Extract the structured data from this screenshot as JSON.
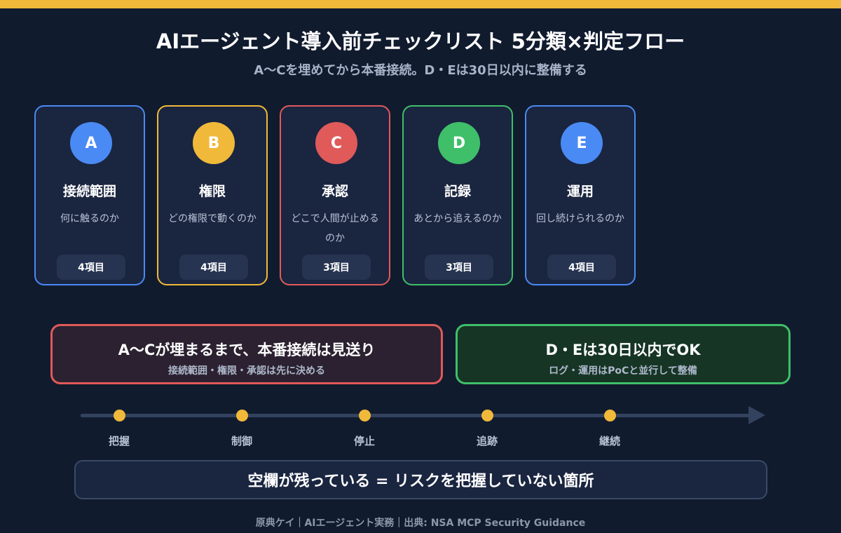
{
  "title": "AIエージェント導入前チェックリスト 5分類×判定フロー",
  "subtitle": "A〜Cを埋めてから本番接続。D・Eは30日以内に整備する",
  "categories": [
    {
      "letter": "A",
      "name": "接続範囲",
      "desc": "何に触るのか",
      "count": "4項目",
      "color": "#4a8af4"
    },
    {
      "letter": "B",
      "name": "権限",
      "desc": "どの権限で動くのか",
      "count": "4項目",
      "color": "#f0b93a"
    },
    {
      "letter": "C",
      "name": "承認",
      "desc": "どこで人間が止めるのか",
      "count": "3項目",
      "color": "#e05a5a"
    },
    {
      "letter": "D",
      "name": "記録",
      "desc": "あとから追えるのか",
      "count": "3項目",
      "color": "#3fbf6a"
    },
    {
      "letter": "E",
      "name": "運用",
      "desc": "回し続けられるのか",
      "count": "4項目",
      "color": "#4a8af4"
    }
  ],
  "gate_required": {
    "main": "A〜Cが埋まるまで、本番接続は見送り",
    "sub": "接続範囲・権限・承認は先に決める",
    "color": "#e05a5a"
  },
  "gate_ok": {
    "main": "D・Eは30日以内でOK",
    "sub": "ログ・運用はPoCと並行して整備",
    "color": "#3fbf6a"
  },
  "timeline": [
    "把握",
    "制御",
    "停止",
    "追跡",
    "継続"
  ],
  "summary": "空欄が残っている = リスクを把握していない箇所",
  "credit": "原典ケイ｜AIエージェント実務｜出典: NSA MCP Security Guidance",
  "accent_color": "#f0b93a",
  "background_color": "#111b2e"
}
